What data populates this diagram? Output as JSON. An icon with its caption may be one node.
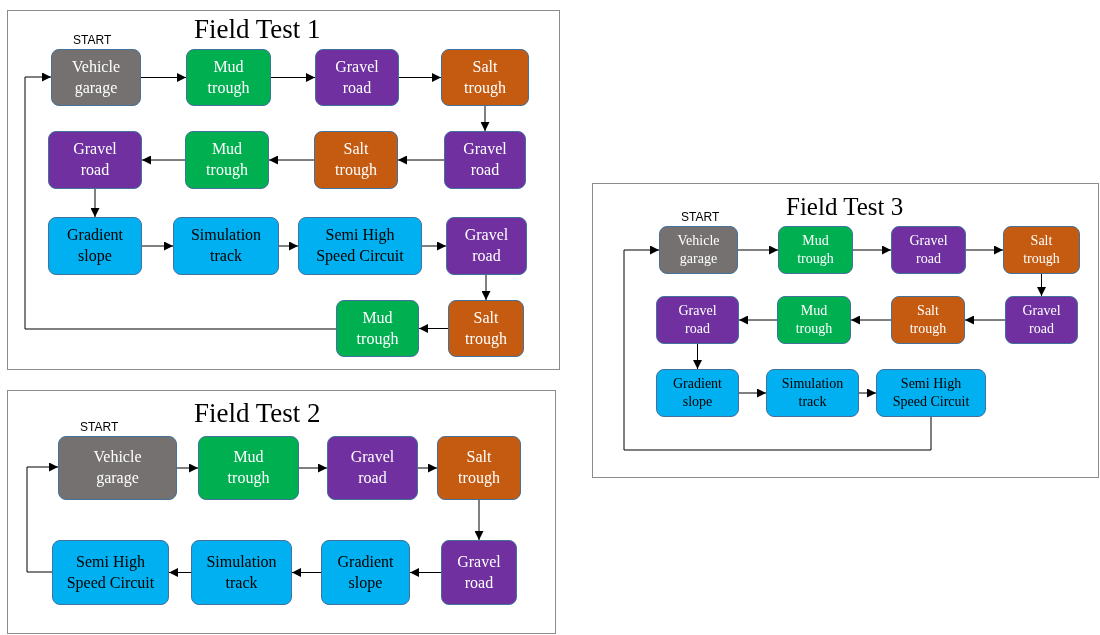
{
  "diagram": {
    "nodes": [
      {
        "text": [
          "Field Test 1"
        ]
      },
      {
        "text": [
          "Vehicle garage"
        ],
        "in": 0,
        "beside": [
          "START"
        ]
      },
      {
        "text": [
          "Mud trough"
        ],
        "in": 0
      },
      {
        "text": [
          "Gravel road"
        ],
        "in": 0
      },
      {
        "text": [
          "Salt trough"
        ],
        "in": 0
      },
      {
        "text": [
          "Gravel road"
        ],
        "in": 0
      },
      {
        "text": [
          "Mud trough"
        ],
        "in": 0
      },
      {
        "text": [
          "Salt trough"
        ],
        "in": 0
      },
      {
        "text": [
          "Gravel road"
        ],
        "in": 0
      },
      {
        "text": [
          "Gradient slope"
        ],
        "in": 0
      },
      {
        "text": [
          "Simulation track"
        ],
        "in": 0
      },
      {
        "text": [
          "Semi High Speed Circuit"
        ],
        "in": 0
      },
      {
        "text": [
          "Gravel road"
        ],
        "in": 0
      },
      {
        "text": [
          "Mud trough"
        ],
        "in": 0
      },
      {
        "text": [
          "Salt trough"
        ],
        "in": 0
      },
      {
        "text": [
          "Field Test 2"
        ]
      },
      {
        "text": [
          "Vehicle garage"
        ],
        "in": 15,
        "beside": [
          "START"
        ]
      },
      {
        "text": [
          "Mud trough"
        ],
        "in": 15
      },
      {
        "text": [
          "Gravel road"
        ],
        "in": 15
      },
      {
        "text": [
          "Salt trough"
        ],
        "in": 15
      },
      {
        "text": [
          "Semi High Speed Circuit"
        ],
        "in": 15
      },
      {
        "text": [
          "Simulation track"
        ],
        "in": 15
      },
      {
        "text": [
          "Gradient slope"
        ],
        "in": 15
      },
      {
        "text": [
          "Gravel road"
        ],
        "in": 15
      },
      {
        "text": [
          "Field Test 3"
        ]
      },
      {
        "text": [
          "Vehicle garage"
        ],
        "in": 24,
        "beside": [
          "START"
        ]
      },
      {
        "text": [
          "Mud trough"
        ],
        "in": 24
      },
      {
        "text": [
          "Gravel road"
        ],
        "in": 24
      },
      {
        "text": [
          "Salt trough"
        ],
        "in": 24
      },
      {
        "text": [
          "Gravel road"
        ],
        "in": 24
      },
      {
        "text": [
          "Mud trough"
        ],
        "in": 24
      },
      {
        "text": [
          "Salt trough"
        ],
        "in": 24
      },
      {
        "text": [
          "Gravel road"
        ],
        "in": 24
      },
      {
        "text": [
          "Gradient slope"
        ],
        "in": 24
      },
      {
        "text": [
          "Simulation track"
        ],
        "in": 24
      },
      {
        "text": [
          "Semi High Speed Circuit"
        ],
        "in": 24
      }
    ],
    "edges": [
      {
        "from": 1,
        "to": 2,
        "arrow": "to"
      },
      {
        "from": 2,
        "to": 3,
        "arrow": "to"
      },
      {
        "from": 3,
        "to": 4,
        "arrow": "to"
      },
      {
        "from": 4,
        "to": 8,
        "arrow": "to"
      },
      {
        "from": 8,
        "to": 7,
        "arrow": "to"
      },
      {
        "from": 7,
        "to": 6,
        "arrow": "to"
      },
      {
        "from": 6,
        "to": 5,
        "arrow": "to"
      },
      {
        "from": 5,
        "to": 9,
        "arrow": "to"
      },
      {
        "from": 9,
        "to": 10,
        "arrow": "to"
      },
      {
        "from": 10,
        "to": 11,
        "arrow": "to"
      },
      {
        "from": 11,
        "to": 12,
        "arrow": "to"
      },
      {
        "from": 12,
        "to": 14,
        "arrow": "to"
      },
      {
        "from": 14,
        "to": 13,
        "arrow": "to"
      },
      {
        "from": 13,
        "to": 1,
        "arrow": "to"
      },
      {
        "from": 16,
        "to": 17,
        "arrow": "to"
      },
      {
        "from": 17,
        "to": 18,
        "arrow": "to"
      },
      {
        "from": 18,
        "to": 19,
        "arrow": "to"
      },
      {
        "from": 19,
        "to": 23,
        "arrow": "to"
      },
      {
        "from": 23,
        "to": 22,
        "arrow": "to"
      },
      {
        "from": 22,
        "to": 21,
        "arrow": "to"
      },
      {
        "from": 21,
        "to": 20,
        "arrow": "to"
      },
      {
        "from": 20,
        "to": 16,
        "arrow": "to"
      },
      {
        "from": 25,
        "to": 26,
        "arrow": "to"
      },
      {
        "from": 26,
        "to": 27,
        "arrow": "to"
      },
      {
        "from": 27,
        "to": 28,
        "arrow": "to"
      },
      {
        "from": 28,
        "to": 32,
        "arrow": "to"
      },
      {
        "from": 32,
        "to": 31,
        "arrow": "to"
      },
      {
        "from": 31,
        "to": 30,
        "arrow": "to"
      },
      {
        "from": 30,
        "to": 29,
        "arrow": "to"
      },
      {
        "from": 29,
        "to": 33,
        "arrow": "to"
      },
      {
        "from": 33,
        "to": 34,
        "arrow": "to"
      },
      {
        "from": 34,
        "to": 35,
        "arrow": "to"
      },
      {
        "from": 35,
        "to": 25,
        "arrow": "to"
      }
    ]
  }
}
